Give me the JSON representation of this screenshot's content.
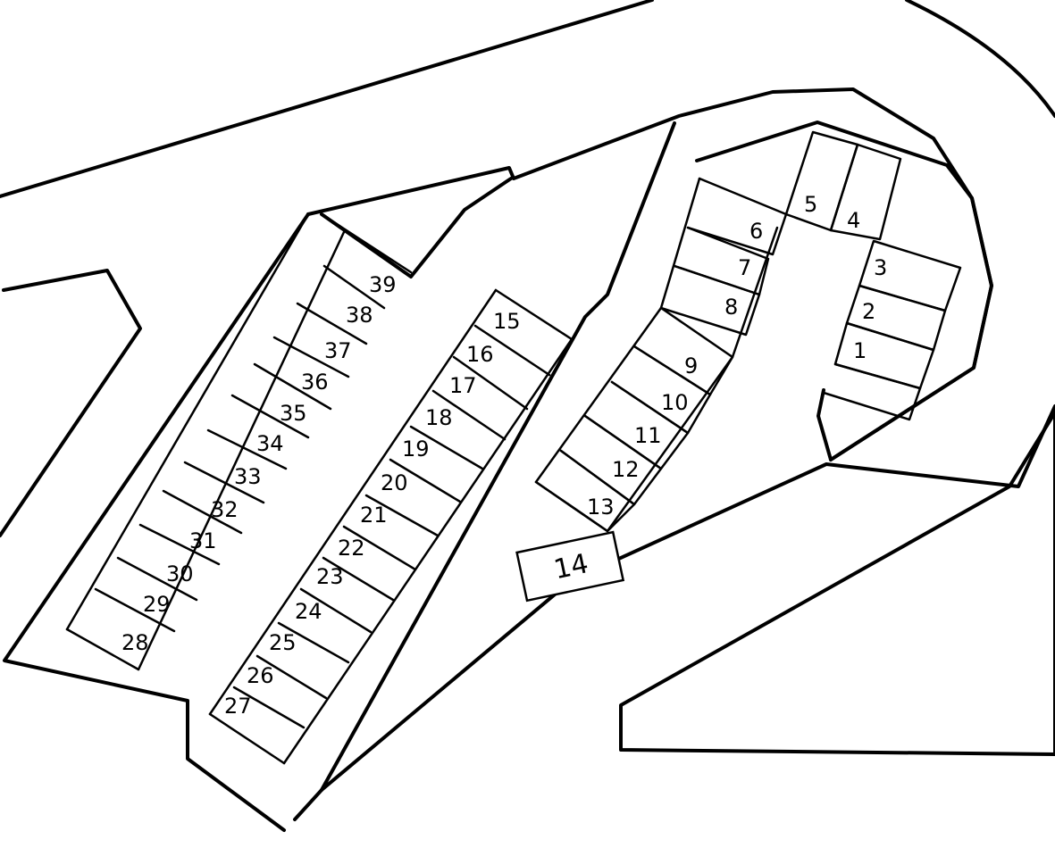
{
  "lot": {
    "spaces": [
      "1",
      "2",
      "3",
      "4",
      "5",
      "6",
      "7",
      "8",
      "9",
      "10",
      "11",
      "12",
      "13",
      "14",
      "15",
      "16",
      "17",
      "18",
      "19",
      "20",
      "21",
      "22",
      "23",
      "24",
      "25",
      "26",
      "27",
      "28",
      "29",
      "30",
      "31",
      "32",
      "33",
      "34",
      "35",
      "36",
      "37",
      "38",
      "39"
    ]
  }
}
